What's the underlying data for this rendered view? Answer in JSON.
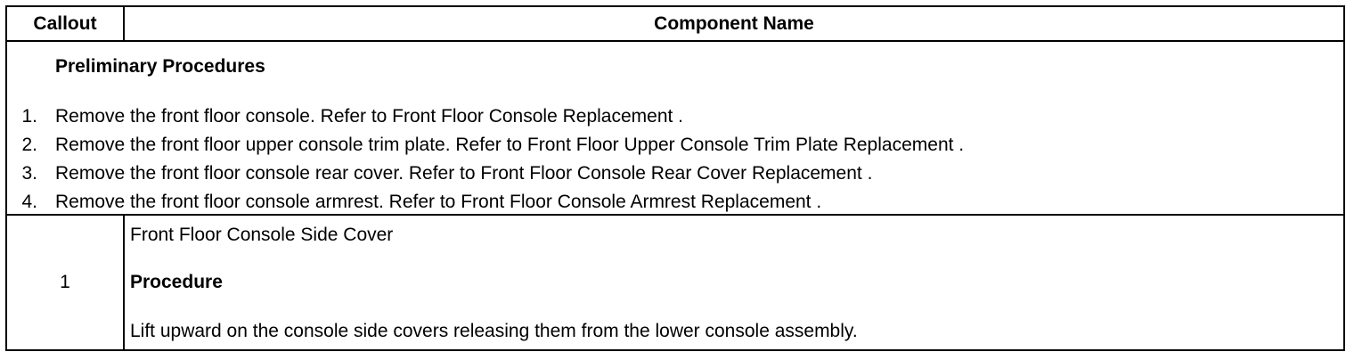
{
  "table": {
    "headers": {
      "callout": "Callout",
      "component": "Component Name"
    },
    "preliminary": {
      "title": "Preliminary Procedures",
      "steps": [
        {
          "num": "1.",
          "text": "Remove the front floor console. Refer to Front Floor Console Replacement ."
        },
        {
          "num": "2.",
          "text": "Remove the front floor upper console trim plate. Refer to Front Floor Upper Console Trim Plate Replacement ."
        },
        {
          "num": "3.",
          "text": "Remove the front floor console rear cover. Refer to Front Floor Console Rear Cover Replacement ."
        },
        {
          "num": "4.",
          "text": "Remove the front floor console armrest. Refer to Front Floor Console Armrest Replacement ."
        }
      ]
    },
    "rows": [
      {
        "callout": "1",
        "component": "Front Floor Console Side Cover",
        "procedure_heading": "Procedure",
        "procedure_text": "Lift upward on the console side covers releasing them from the lower console assembly."
      }
    ]
  }
}
